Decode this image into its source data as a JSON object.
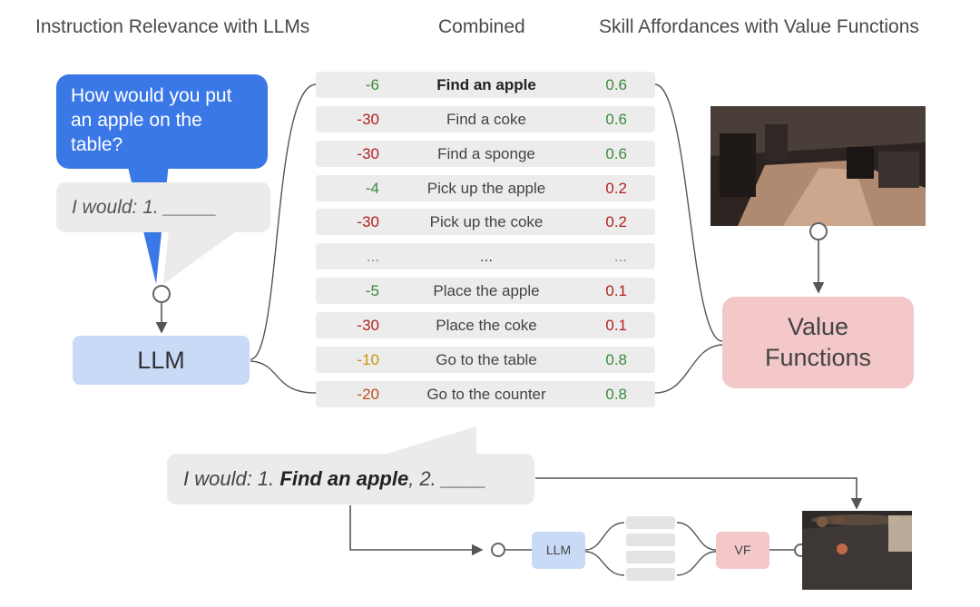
{
  "headers": {
    "left": "Instruction Relevance with LLMs",
    "center": "Combined",
    "right": "Skill Affordances with Value Functions"
  },
  "prompt": {
    "question": "How would you put an apple on the table?",
    "answer_prefix": "I would: 1. _____"
  },
  "llm_label": "LLM",
  "value_functions_label": "Value Functions",
  "rows": [
    {
      "llm_score": "-6",
      "skill": "Find an apple",
      "value": "0.6",
      "selected": true,
      "llm_color": "#3a8a3a",
      "value_color": "#3a8a3a"
    },
    {
      "llm_score": "-30",
      "skill": "Find a coke",
      "value": "0.6",
      "selected": false,
      "llm_color": "#b22222",
      "value_color": "#3a8a3a"
    },
    {
      "llm_score": "-30",
      "skill": "Find a sponge",
      "value": "0.6",
      "selected": false,
      "llm_color": "#b22222",
      "value_color": "#3a8a3a"
    },
    {
      "llm_score": "-4",
      "skill": "Pick up the apple",
      "value": "0.2",
      "selected": false,
      "llm_color": "#3a8a3a",
      "value_color": "#b22222"
    },
    {
      "llm_score": "-30",
      "skill": "Pick up the coke",
      "value": "0.2",
      "selected": false,
      "llm_color": "#b22222",
      "value_color": "#b22222"
    },
    {
      "llm_score": "...",
      "skill": "...",
      "value": "...",
      "selected": false,
      "llm_color": "#888888",
      "value_color": "#888888"
    },
    {
      "llm_score": "-5",
      "skill": "Place the apple",
      "value": "0.1",
      "selected": false,
      "llm_color": "#3a8a3a",
      "value_color": "#b22222"
    },
    {
      "llm_score": "-30",
      "skill": "Place the coke",
      "value": "0.1",
      "selected": false,
      "llm_color": "#b22222",
      "value_color": "#b22222"
    },
    {
      "llm_score": "-10",
      "skill": "Go to the table",
      "value": "0.8",
      "selected": false,
      "llm_color": "#c8960c",
      "value_color": "#3a8a3a"
    },
    {
      "llm_score": "-20",
      "skill": "Go to the counter",
      "value": "0.8",
      "selected": false,
      "llm_color": "#c0501e",
      "value_color": "#3a8a3a"
    }
  ],
  "result": {
    "prefix": "I would: 1. ",
    "chosen": "Find an apple",
    "suffix": ", 2. ____"
  },
  "loop": {
    "llm_label": "LLM",
    "vf_label": "VF"
  }
}
